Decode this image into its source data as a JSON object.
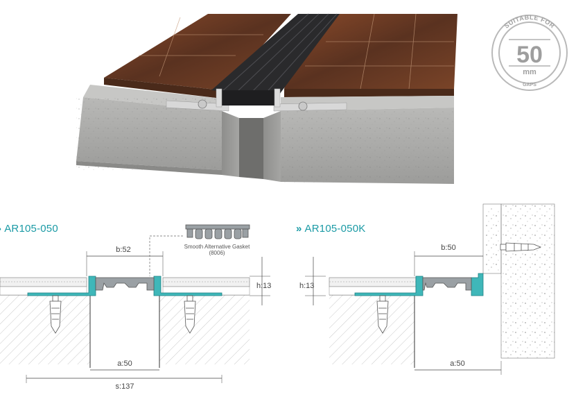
{
  "badge": {
    "top_text": "SUITABLE FOR",
    "number": "50",
    "unit": "mm",
    "bottom_text": "GAPS"
  },
  "left": {
    "title": "AR105-050",
    "b": "b:52",
    "h": "h:13",
    "a": "a:50",
    "s": "s:137",
    "gasket_name": "Smooth Alternative Gasket",
    "gasket_code": "(8006)"
  },
  "right": {
    "title": "AR105-050K",
    "b": "b:50",
    "h": "h:13",
    "a": "a:50"
  },
  "colors": {
    "accent": "#1a9aa5",
    "profile": "#3fb7b9",
    "gasket": "#9aa0a4",
    "concrete": "#c9c9c7",
    "tile": "#6b3a22"
  }
}
